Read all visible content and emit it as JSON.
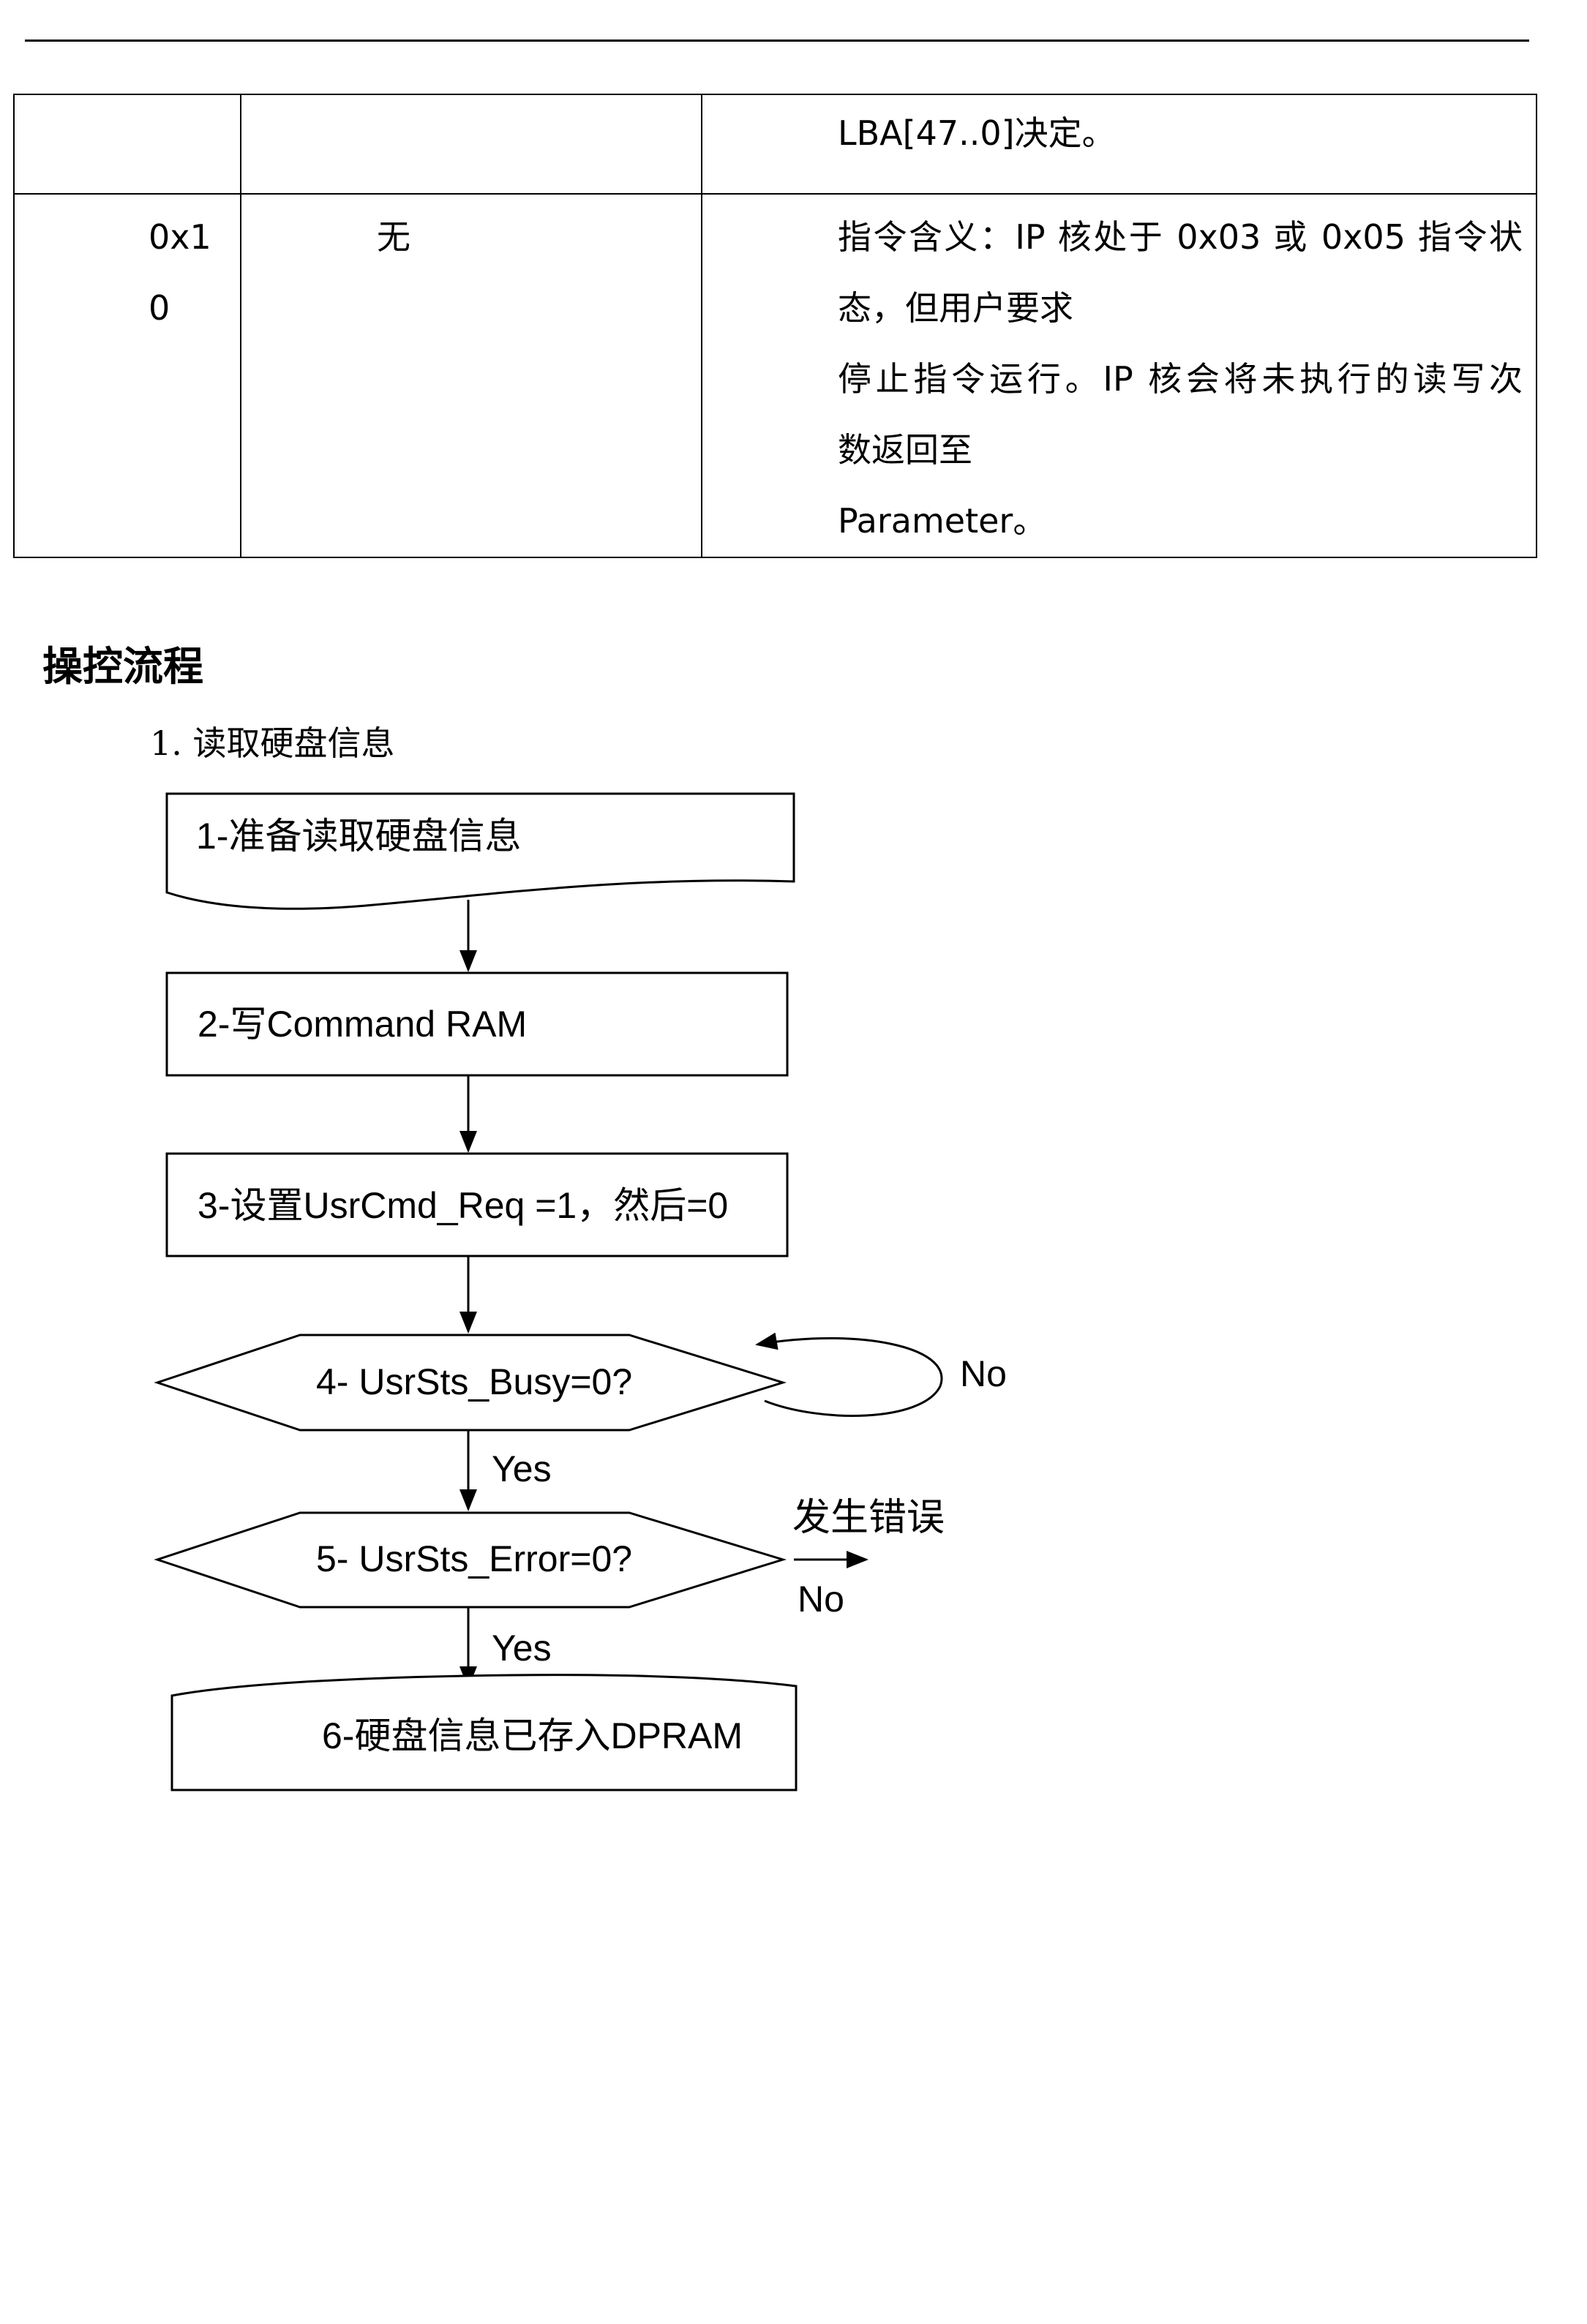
{
  "table": {
    "rows": [
      {
        "code_lines": [],
        "param": "",
        "desc_lines": [
          "LBA[47..0]决定。"
        ]
      },
      {
        "code_lines": [
          "0x1",
          "0"
        ],
        "param": "无",
        "desc_lines": [
          "指令含义：IP 核处于 0x03 或 0x05 指令状",
          "态，但用户要求",
          "停止指令运行。IP  核会将未执行的读写次",
          "数返回至",
          "Parameter。"
        ]
      }
    ]
  },
  "section": {
    "title": "操控流程",
    "item": "1.  读取硬盘信息"
  },
  "flowchart": {
    "step1": "1-准备读取硬盘信息",
    "step2": "2-写Command RAM",
    "step3": "3-设置UsrCmd_Req =1，然后=0",
    "step4": "4- UsrSts_Busy=0?",
    "step5": "5- UsrSts_Error=0?",
    "step6": "6-硬盘信息已存入DPRAM",
    "yes1": "Yes",
    "yes2": "Yes",
    "no1": "No",
    "no2": "No",
    "error_label": "发生错误"
  }
}
